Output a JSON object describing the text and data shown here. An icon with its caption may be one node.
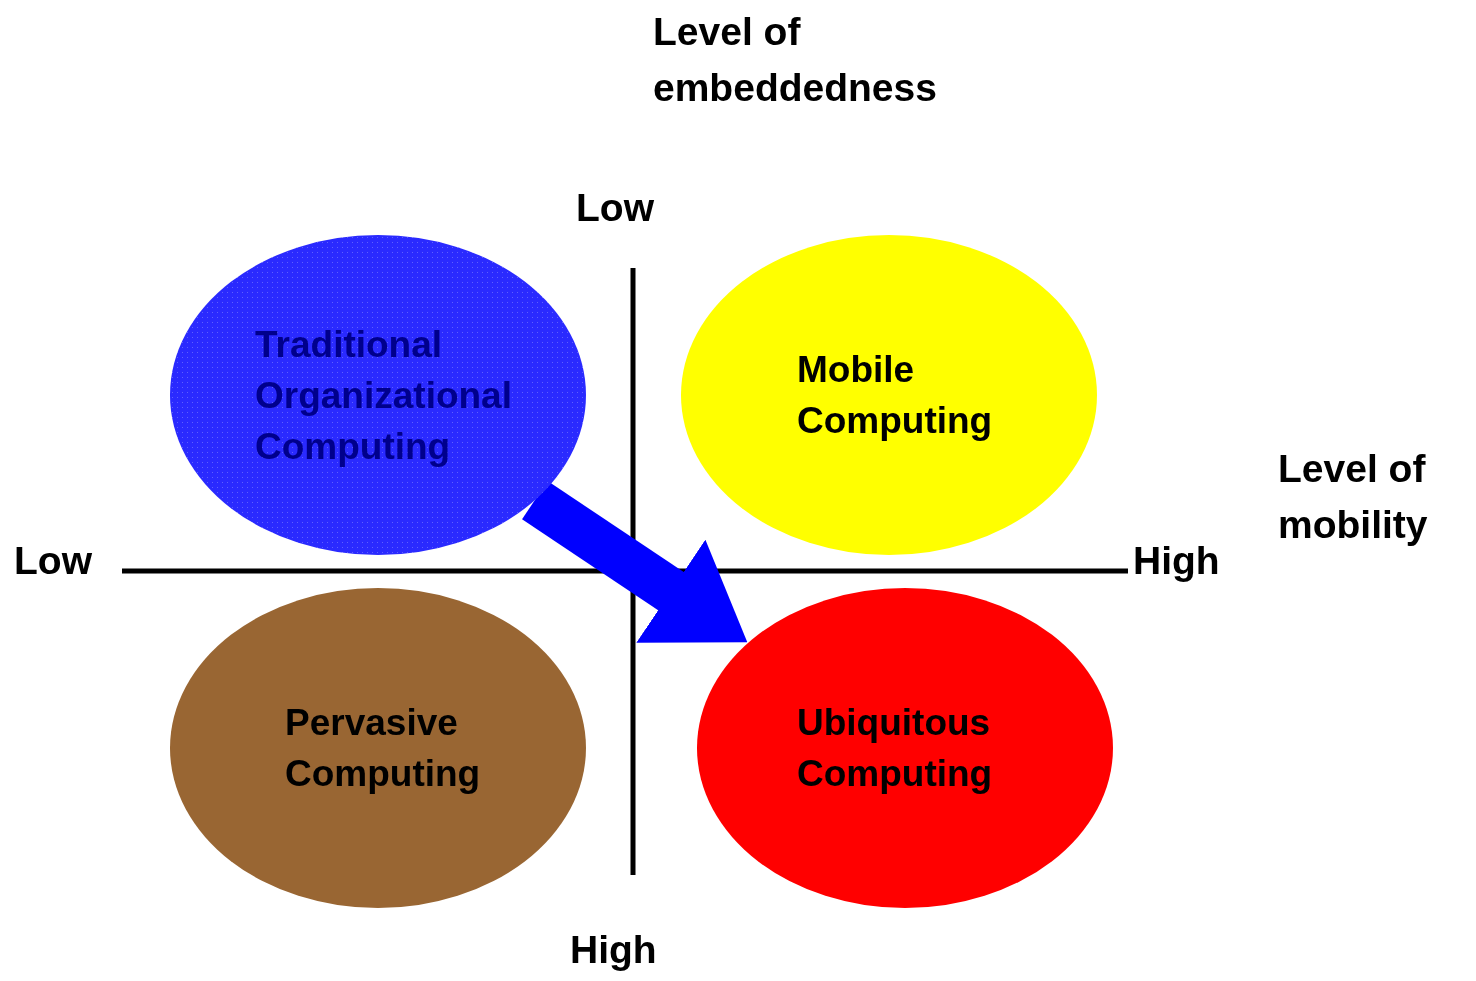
{
  "diagram": {
    "nodes": [
      {
        "text": [
          "Traditional Organizational Computing"
        ]
      },
      {
        "text": [
          "Mobile Computing"
        ]
      },
      {
        "text": [
          "Pervasive Computing"
        ]
      },
      {
        "text": [
          "Ubiquitous Computing"
        ]
      }
    ],
    "edges": [
      {
        "from": 0,
        "to": 3,
        "arrow": "to"
      }
    ],
    "labels": [
      "Level of embeddedness",
      "Low",
      "Level of mobility",
      "Low",
      "High",
      "High"
    ]
  }
}
